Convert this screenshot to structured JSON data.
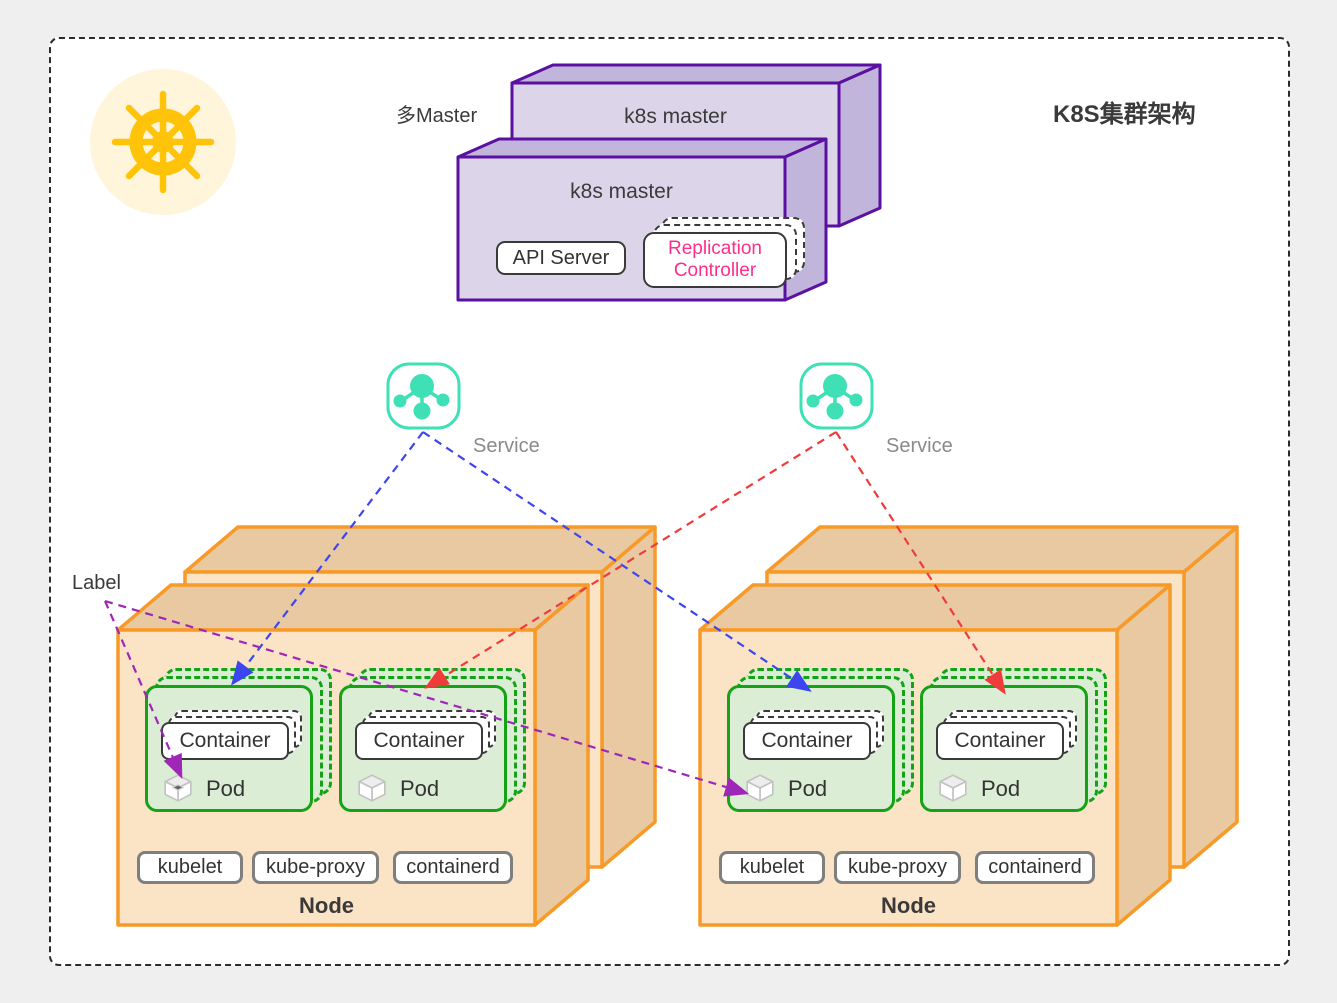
{
  "title": "K8S集群架构",
  "master": {
    "group_label": "多Master",
    "back_box_label": "k8s master",
    "front_box_label": "k8s master",
    "api_server_label": "API Server",
    "replication_controller_label": "Replication Controller"
  },
  "services": [
    {
      "label": "Service",
      "arrow_color": "blue"
    },
    {
      "label": "Service",
      "arrow_color": "red"
    }
  ],
  "annotations": {
    "label_pointer": "Label"
  },
  "nodes": [
    {
      "name": "Node",
      "pods": [
        {
          "container_label": "Container",
          "pod_label": "Pod"
        },
        {
          "container_label": "Container",
          "pod_label": "Pod"
        }
      ],
      "agents": [
        "kubelet",
        "kube-proxy",
        "containerd"
      ]
    },
    {
      "name": "Node",
      "pods": [
        {
          "container_label": "Container",
          "pod_label": "Pod"
        },
        {
          "container_label": "Container",
          "pod_label": "Pod"
        }
      ],
      "agents": [
        "kubelet",
        "kube-proxy",
        "containerd"
      ]
    }
  ],
  "colors": {
    "master_border": "#5A10A0",
    "master_front": "#DCD5EA",
    "master_side": "#C2B5DB",
    "node_border": "#F79A28",
    "node_front": "#FBE3C6",
    "node_side": "#E8C9A2",
    "pod_green": "#15A315",
    "pod_fill": "#DCEDD5",
    "service_teal": "#3FE0B5",
    "replication_pink": "#FF2E8B",
    "arrow_blue": "#3D46EE",
    "arrow_red": "#F03B3B",
    "arrow_purple": "#9E27B8",
    "k8s_yellow": "#FFC40A"
  }
}
